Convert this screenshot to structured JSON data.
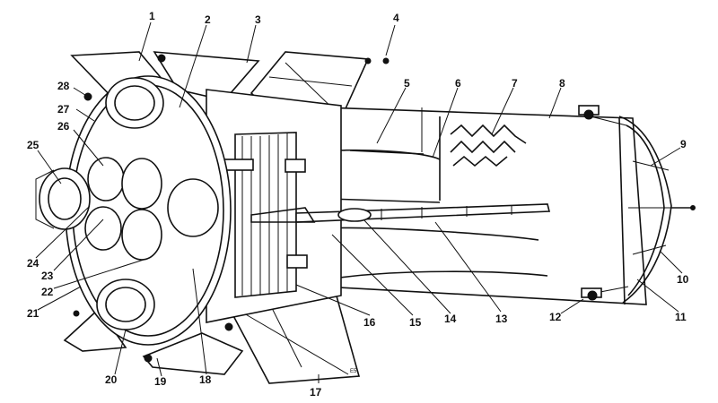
{
  "callouts": [
    "1",
    "2",
    "3",
    "4",
    "5",
    "6",
    "7",
    "8",
    "9",
    "10",
    "11",
    "12",
    "13",
    "14",
    "15",
    "16",
    "17",
    "18",
    "19",
    "20",
    "21",
    "22",
    "23",
    "24",
    "25",
    "26",
    "27",
    "28"
  ],
  "figure_code": "E5"
}
